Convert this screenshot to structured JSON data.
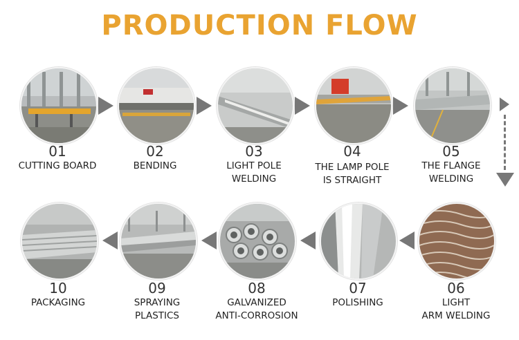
{
  "title": "PRODUCTION FLOW",
  "steps": [
    {
      "num": "01",
      "line1": "CUTTING BOARD",
      "line2": ""
    },
    {
      "num": "02",
      "line1": "BENDING",
      "line2": ""
    },
    {
      "num": "03",
      "line1": "LIGHT POLE",
      "line2": "WELDING"
    },
    {
      "num": "04",
      "line1": "THE LAMP POLE",
      "line2": "IS STRAIGHT"
    },
    {
      "num": "05",
      "line1": "THE FLANGE",
      "line2": "WELDING"
    },
    {
      "num": "06",
      "line1": "LIGHT",
      "line2": "ARM WELDING"
    },
    {
      "num": "07",
      "line1": "POLISHING",
      "line2": ""
    },
    {
      "num": "08",
      "line1": "GALVANIZED",
      "line2": "ANTI-CORROSION"
    },
    {
      "num": "09",
      "line1": "SPRAYING",
      "line2": "PLASTICS"
    },
    {
      "num": "10",
      "line1": "PACKAGING",
      "line2": ""
    }
  ],
  "colors": {
    "title": "#e9a331",
    "arrow": "#777777",
    "text": "#222222"
  }
}
